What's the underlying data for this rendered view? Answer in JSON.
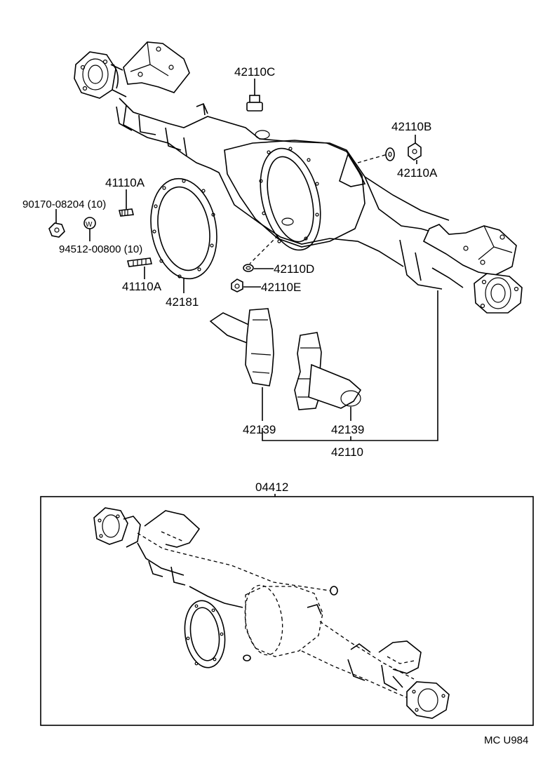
{
  "labels": {
    "p42110C": "42110C",
    "p42110B": "42110B",
    "p42110A_nut": "42110A",
    "p41110A_top": "41110A",
    "p90170": "90170-08204  (10)",
    "p94512": "94512-00800 (10)",
    "p41110A_bottom": "41110A",
    "p42181": "42181",
    "p42110D": "42110D",
    "p42110E": "42110E",
    "p42139_left": "42139",
    "p42139_right": "42139",
    "p42110": "42110",
    "kit_code": "04412",
    "figure_code": "MC U984"
  },
  "icons": {
    "washer_mark": "W"
  }
}
